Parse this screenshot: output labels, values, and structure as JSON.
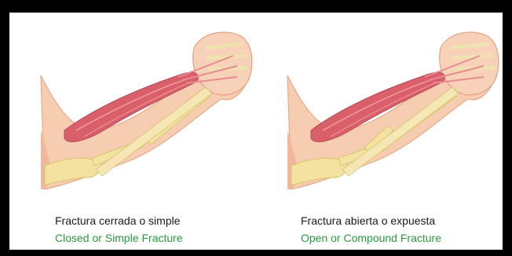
{
  "panels": [
    {
      "caption_spanish": "Fractura cerrada o simple",
      "caption_english": "Closed or Simple Fracture",
      "fracture_type": "closed"
    },
    {
      "caption_spanish": "Fractura abierta o expuesta",
      "caption_english": "Open or Compound Fracture",
      "fracture_type": "open"
    }
  ],
  "colors": {
    "background": "#ffffff",
    "border": "#000000",
    "caption_spanish": "#1a1a1a",
    "caption_english": "#2a9a3c",
    "skin": "#f6cdb0",
    "muscle": "#d9606a",
    "bone": "#f3e2a0"
  }
}
